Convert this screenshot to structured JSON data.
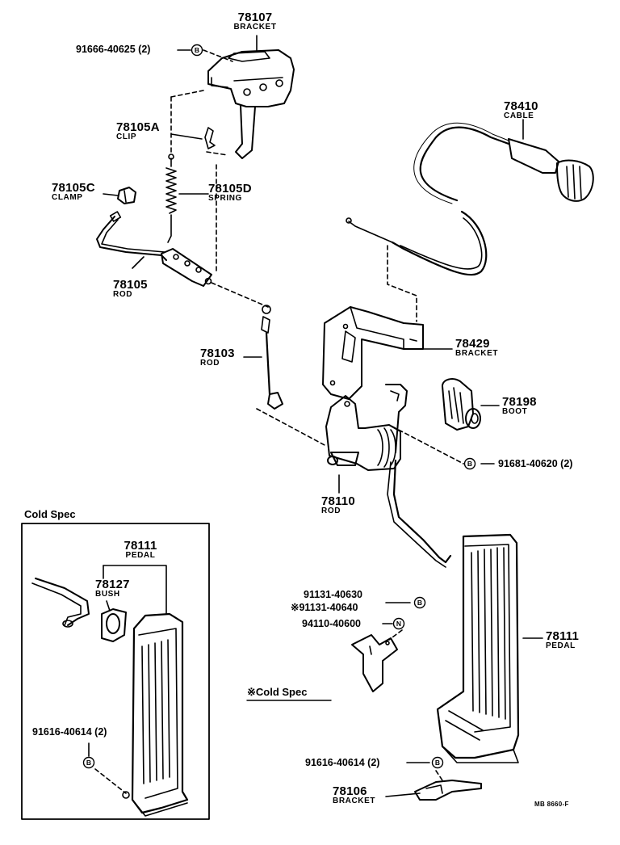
{
  "labels": {
    "p78107": {
      "num": "78107",
      "name": "BRACKET"
    },
    "p78105A": {
      "num": "78105A",
      "name": "CLIP"
    },
    "p78105C": {
      "num": "78105C",
      "name": "CLAMP"
    },
    "p78105D": {
      "num": "78105D",
      "name": "SPRING"
    },
    "p78105": {
      "num": "78105",
      "name": "ROD"
    },
    "p78103": {
      "num": "78103",
      "name": "ROD"
    },
    "p78410": {
      "num": "78410",
      "name": "CABLE"
    },
    "p78429": {
      "num": "78429",
      "name": "BRACKET"
    },
    "p78198": {
      "num": "78198",
      "name": "BOOT"
    },
    "p78110": {
      "num": "78110",
      "name": "ROD"
    },
    "p78111_main": {
      "num": "78111",
      "name": "PEDAL"
    },
    "p78111_cold": {
      "num": "78111",
      "name": "PEDAL"
    },
    "p78127": {
      "num": "78127",
      "name": "BUSH"
    },
    "p78106": {
      "num": "78106",
      "name": "BRACKET"
    }
  },
  "refs": {
    "r91666": "91666-40625 (2)",
    "r91681": "91681-40620 (2)",
    "r91131a": "91131-40630",
    "r91131b": "※91131-40640",
    "r94110": "94110-40600",
    "r91616_cold": "91616-40614 (2)",
    "r91616_main": "91616-40614 (2)"
  },
  "markers": {
    "B": "B",
    "N": "N"
  },
  "cold_spec_box_title": "Cold Spec",
  "cold_spec_note": "※Cold Spec",
  "drawing_code": "MB 8660-F"
}
